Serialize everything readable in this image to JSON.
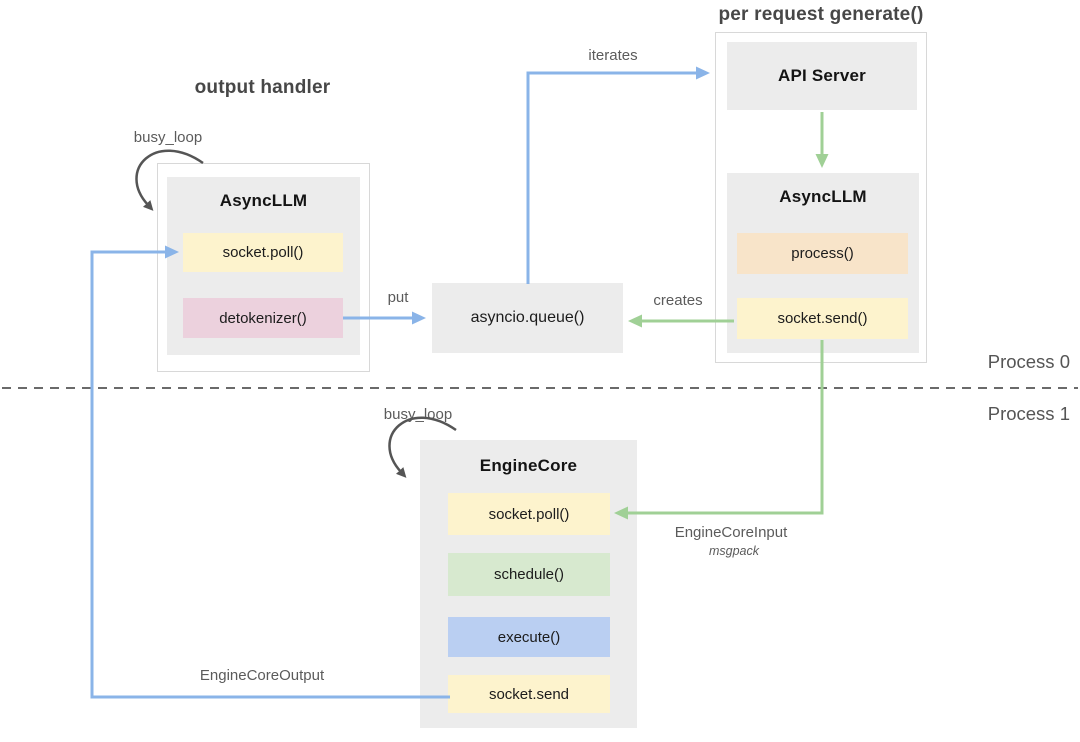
{
  "palette": {
    "blue_arrow": "#8ab4e8",
    "green_arrow": "#a0d096",
    "loop_arrow": "#555555",
    "panel_gray": "#ececec",
    "yellow_box": "#fdf3cd",
    "peach_box": "#f8e4c9",
    "pink_box": "#ecd1dd",
    "green_box": "#d7e9cf",
    "blue_box": "#bacff2",
    "divider_gray": "#6a6a6a"
  },
  "titles": {
    "per_request_generate": "per request generate()",
    "output_handler": "output handler"
  },
  "process_labels": {
    "process0": "Process 0",
    "process1": "Process 1"
  },
  "arrow_labels": {
    "busy_loop_top": "busy_loop",
    "busy_loop_bottom": "busy_loop",
    "iterates": "iterates",
    "put": "put",
    "creates": "creates",
    "engine_core_input": "EngineCoreInput",
    "engine_core_input_sub": "msgpack",
    "engine_core_output": "EngineCoreOutput"
  },
  "boxes": {
    "api_server": {
      "title": "API Server",
      "bg": "#ececec"
    },
    "async_llm_request": {
      "title": "AsyncLLM",
      "items": [
        {
          "label": "process()",
          "bg": "#f8e4c9"
        },
        {
          "label": "socket.send()",
          "bg": "#fdf3cd"
        }
      ]
    },
    "async_llm_output": {
      "title": "AsyncLLM",
      "items": [
        {
          "label": "socket.poll()",
          "bg": "#fdf3cd"
        },
        {
          "label": "detokenizer()",
          "bg": "#ecd1dd"
        }
      ]
    },
    "asyncio_queue": {
      "title": "asyncio.queue()",
      "bg": "#ececec"
    },
    "engine_core": {
      "title": "EngineCore",
      "items": [
        {
          "label": "socket.poll()",
          "bg": "#fdf3cd"
        },
        {
          "label": "schedule()",
          "bg": "#d7e9cf"
        },
        {
          "label": "execute()",
          "bg": "#bacff2"
        },
        {
          "label": "socket.send",
          "bg": "#fdf3cd"
        }
      ]
    }
  }
}
